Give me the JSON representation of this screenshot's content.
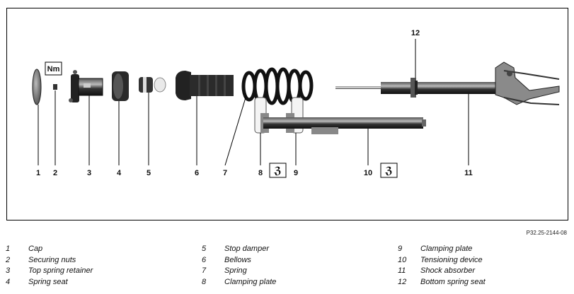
{
  "figure": {
    "torque_label": "Nm",
    "tool_symbol": "ℨ",
    "reference": "P32.25-2144-08",
    "callouts": [
      "1",
      "2",
      "3",
      "4",
      "5",
      "6",
      "7",
      "8",
      "9",
      "10",
      "11",
      "12"
    ]
  },
  "legend": [
    {
      "num": "1",
      "label": "Cap"
    },
    {
      "num": "2",
      "label": "Securing nuts"
    },
    {
      "num": "3",
      "label": "Top spring retainer"
    },
    {
      "num": "4",
      "label": "Spring seat"
    },
    {
      "num": "5",
      "label": "Stop damper"
    },
    {
      "num": "6",
      "label": "Bellows"
    },
    {
      "num": "7",
      "label": "Spring"
    },
    {
      "num": "8",
      "label": "Clamping plate"
    },
    {
      "num": "9",
      "label": "Clamping plate"
    },
    {
      "num": "10",
      "label": "Tensioning device"
    },
    {
      "num": "11",
      "label": "Shock absorber"
    },
    {
      "num": "12",
      "label": "Bottom spring seat"
    }
  ],
  "colors": {
    "frame": "#000000",
    "part_dark": "#1e1e1e",
    "part_mid": "#6b6b6b",
    "part_light": "#d8d8d8"
  }
}
